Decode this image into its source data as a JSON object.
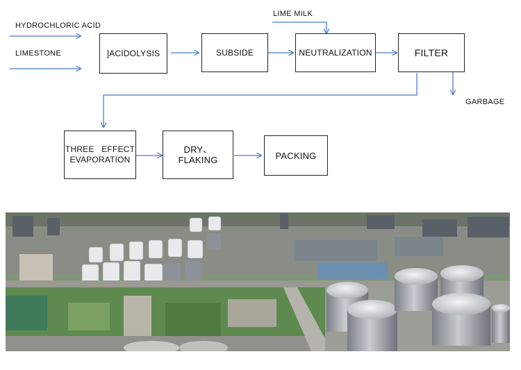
{
  "inputs": {
    "hydrochloric_acid": "HYDROCHLORIC ACID",
    "limestone": "LIMESTONE",
    "lime_milk": "LIME MILK"
  },
  "steps": {
    "acidolysis": "]ACIDOLYSIS",
    "subside": "SUBSIDE",
    "neutralization": "NEUTRALIZATION",
    "filter": "FILTER",
    "three_effect_line1": "THREE   EFFECT",
    "three_effect_line2": "EVAPORATION",
    "dry_line1": "DRY、",
    "dry_line2": "FLAKING",
    "packing": "PACKING"
  },
  "outputs": {
    "garbage": "GARBAGE"
  },
  "colors": {
    "arrow": "#4a7bc8",
    "box_border": "#222222"
  }
}
